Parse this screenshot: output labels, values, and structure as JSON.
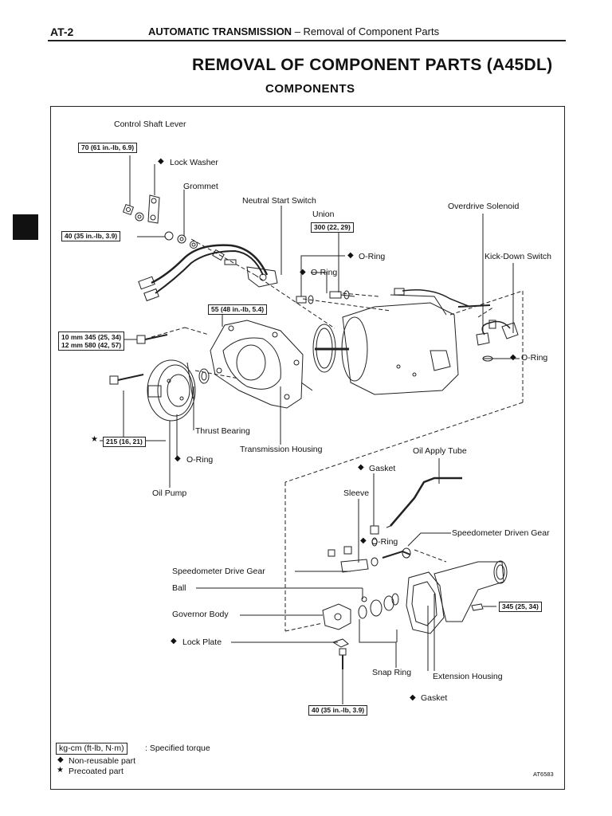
{
  "header": {
    "page_code": "AT-2",
    "section": "AUTOMATIC TRANSMISSION",
    "separator": " – ",
    "subsection": "Removal of Component Parts"
  },
  "title": "REMOVAL OF COMPONENT PARTS (A45DL)",
  "subtitle": "COMPONENTS",
  "symbols": {
    "nonreusable": "◆",
    "precoated": "★"
  },
  "labels": {
    "control_shaft_lever": "Control Shaft Lever",
    "lock_washer": "Lock Washer",
    "grommet": "Grommet",
    "neutral_start_switch": "Neutral Start Switch",
    "union": "Union",
    "overdrive_solenoid": "Overdrive Solenoid",
    "o_ring_union": "O-Ring",
    "o_ring_switch": "O-Ring",
    "kick_down_switch": "Kick-Down Switch",
    "o_ring_kickdown": "O-Ring",
    "thrust_bearing": "Thrust Bearing",
    "transmission_housing": "Transmission Housing",
    "oil_apply_tube": "Oil Apply Tube",
    "o_ring_pump": "O-Ring",
    "gasket_tube": "Gasket",
    "oil_pump": "Oil Pump",
    "sleeve": "Sleeve",
    "speedometer_driven_gear": "Speedometer Driven Gear",
    "o_ring_speedo": "O-Ring",
    "speedometer_drive_gear": "Speedometer Drive Gear",
    "ball": "Ball",
    "governor_body": "Governor Body",
    "lock_plate": "Lock Plate",
    "snap_ring": "Snap Ring",
    "extension_housing": "Extension Housing",
    "gasket_ext": "Gasket"
  },
  "torques": {
    "t70": "70 (61 in.-lb, 6.9)",
    "t40a": "40 (35 in.-lb, 3.9)",
    "t300": "300 (22, 29)",
    "t55": "55 (48 in.-lb, 5.4)",
    "t10mm": "10 mm 345 (25, 34)\n12 mm 580 (42, 57)",
    "t215": "215 (16, 21)",
    "t345": "345 (25, 34)",
    "t40b": "40 (35 in.-lb, 3.9)"
  },
  "legend": {
    "units": "kg-cm (ft-lb, N·m)",
    "units_desc": ": Specified torque",
    "nonreusable": "Non-reusable part",
    "precoated": "Precoated part"
  },
  "diagram_code": "AT6583"
}
